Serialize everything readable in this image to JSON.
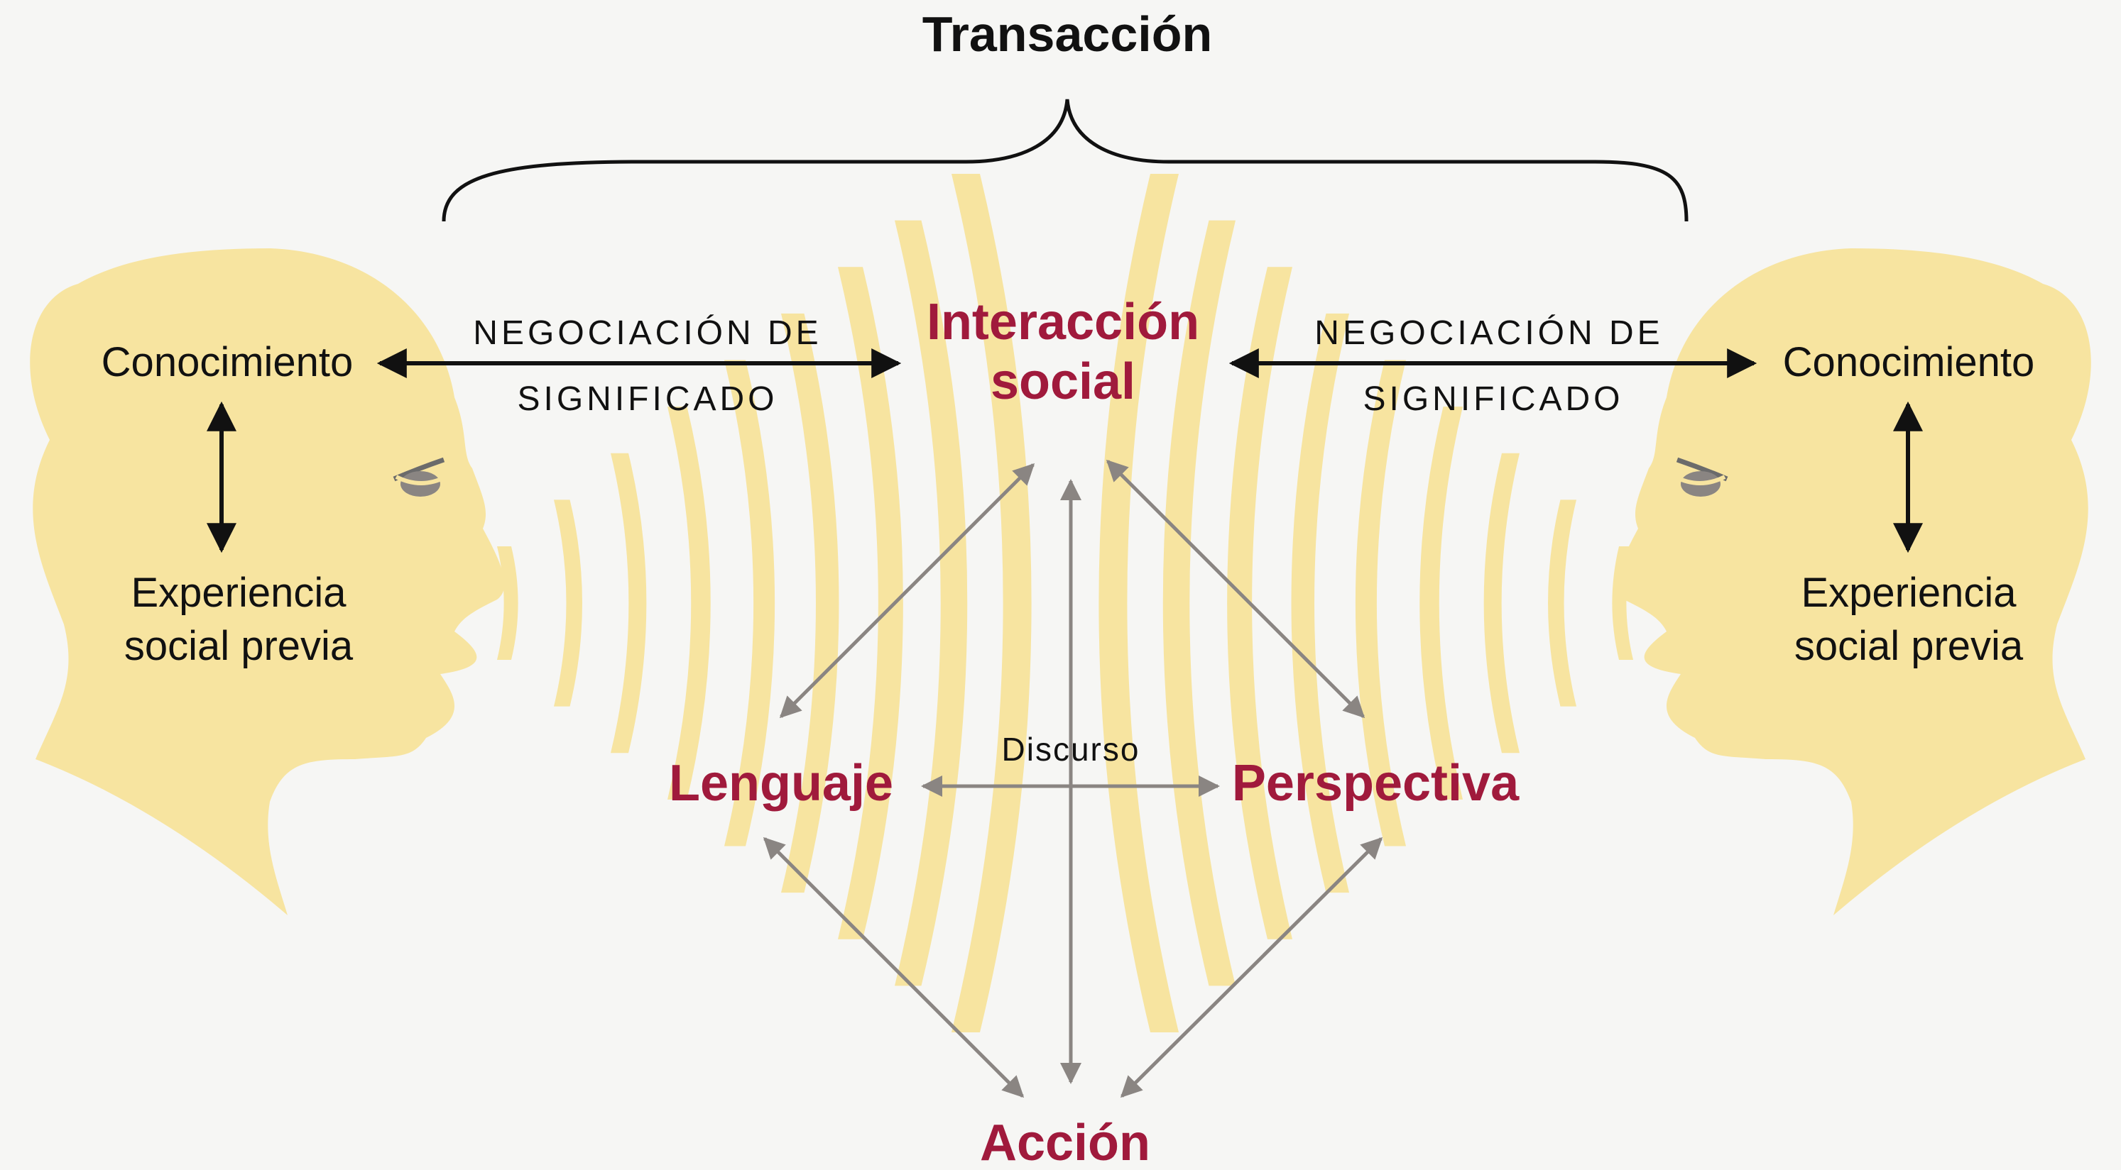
{
  "title": "Transacción",
  "left_head": {
    "knowledge": "Conocimiento",
    "experience_line1": "Experiencia",
    "experience_line2": "social previa"
  },
  "right_head": {
    "knowledge": "Conocimiento",
    "experience_line1": "Experiencia",
    "experience_line2": "social previa"
  },
  "negotiation_left": {
    "line1": "NEGOCIACIÓN DE",
    "line2": "SIGNIFICADO"
  },
  "negotiation_right": {
    "line1": "NEGOCIACIÓN DE",
    "line2": "SIGNIFICADO"
  },
  "nodes": {
    "interaction_line1": "Interacción",
    "interaction_line2": "social",
    "language": "Lenguaje",
    "perspective": "Perspectiva",
    "action": "Acción",
    "discourse": "Discurso"
  },
  "colors": {
    "background": "#f6f6f4",
    "head_fill": "#f7e4a0",
    "wave_fill": "#f7e4a0",
    "accent_red": "#a01a3c",
    "arrow_gray": "#8a8582",
    "text": "#111111"
  }
}
